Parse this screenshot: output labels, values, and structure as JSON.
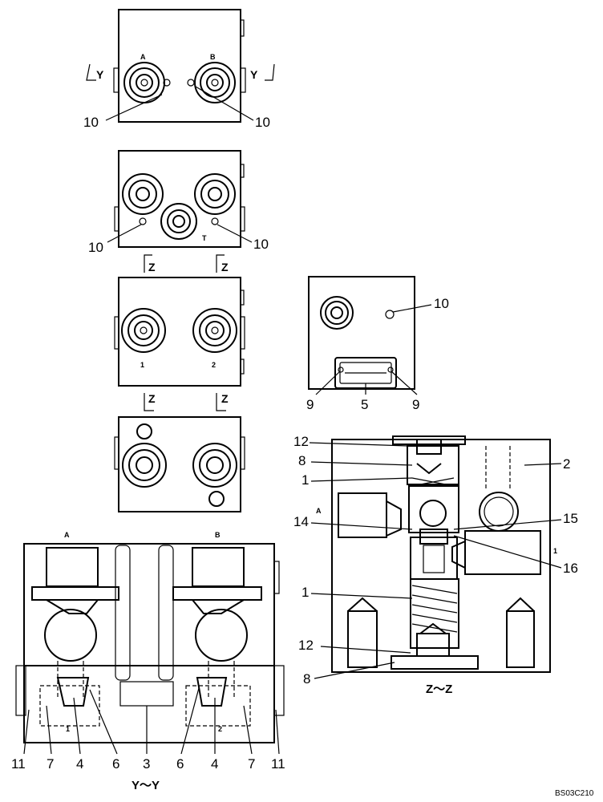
{
  "views": {
    "top": {
      "ports": [
        "A",
        "B"
      ],
      "section_left": "Y",
      "section_right": "Y"
    },
    "second": {
      "port": "T"
    },
    "third": {
      "ports": [
        "1",
        "2"
      ],
      "section_marks": [
        "Z",
        "Z",
        "Z",
        "Z"
      ]
    },
    "side": {
      "callouts": [
        "10",
        "9",
        "5",
        "9"
      ]
    },
    "section_yy": {
      "caption": "Y～Y",
      "ports": [
        "A",
        "B"
      ],
      "sub_labels": [
        "1",
        "2"
      ],
      "callouts": [
        "11",
        "7",
        "4",
        "6",
        "3",
        "6",
        "4",
        "7",
        "11"
      ]
    },
    "section_zz": {
      "caption": "Z～Z",
      "ports": [
        "A",
        "1"
      ],
      "callouts": [
        "12",
        "8",
        "1",
        "14",
        "1",
        "12",
        "8",
        "2",
        "15",
        "16"
      ]
    }
  },
  "top_callouts": [
    "10",
    "10"
  ],
  "second_callouts": [
    "10",
    "10"
  ],
  "drawing_code": "BS03C210",
  "colors": {
    "ink": "#000000",
    "paper": "#ffffff"
  }
}
